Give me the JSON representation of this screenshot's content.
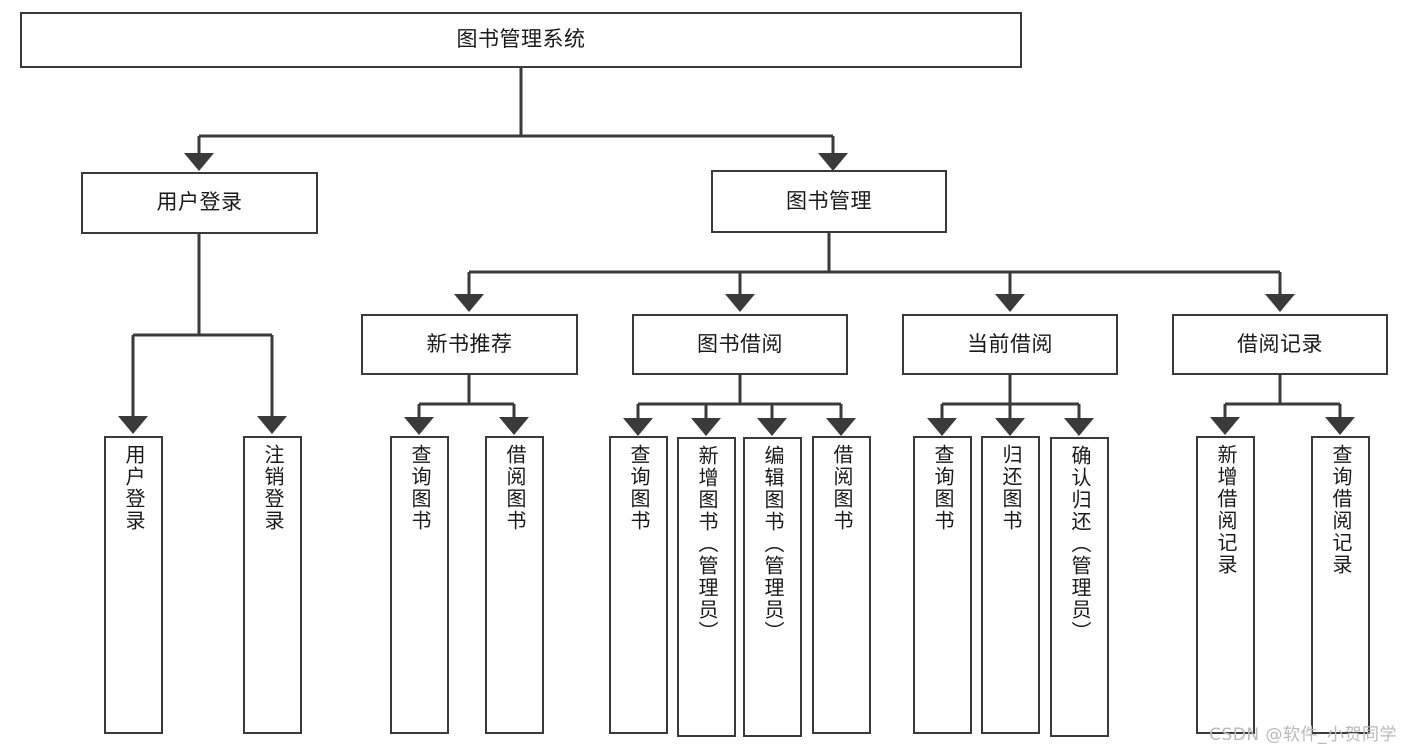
{
  "diagram": {
    "type": "tree-hierarchy",
    "title": "图书管理系统",
    "watermark": "CSDN @软件_小贺同学",
    "colors": {
      "box_border": "#3a3a3a",
      "box_fill": "#ffffff",
      "connector": "#3a3a3a",
      "text": "#1a1a1a",
      "watermark": "#b9b9b9"
    },
    "nodes": {
      "root": {
        "label": "图书管理系统"
      },
      "level1": [
        {
          "label": "用户登录"
        },
        {
          "label": "图书管理"
        }
      ],
      "level2": [
        {
          "label": "新书推荐"
        },
        {
          "label": "图书借阅"
        },
        {
          "label": "当前借阅"
        },
        {
          "label": "借阅记录"
        }
      ],
      "leaves": {
        "user_login": [
          {
            "label": "用户登录"
          },
          {
            "label": "注销登录"
          }
        ],
        "new_book_recommend": [
          {
            "label": "查询图书"
          },
          {
            "label": "借阅图书"
          }
        ],
        "book_borrow": [
          {
            "label": "查询图书"
          },
          {
            "label": "新增图书（管理员）"
          },
          {
            "label": "编辑图书（管理员）"
          },
          {
            "label": "借阅图书"
          }
        ],
        "current_borrow": [
          {
            "label": "查询图书"
          },
          {
            "label": "归还图书"
          },
          {
            "label": "确认归还（管理员）"
          }
        ],
        "borrow_record": [
          {
            "label": "新增借阅记录"
          },
          {
            "label": "查询借阅记录"
          }
        ]
      }
    }
  }
}
